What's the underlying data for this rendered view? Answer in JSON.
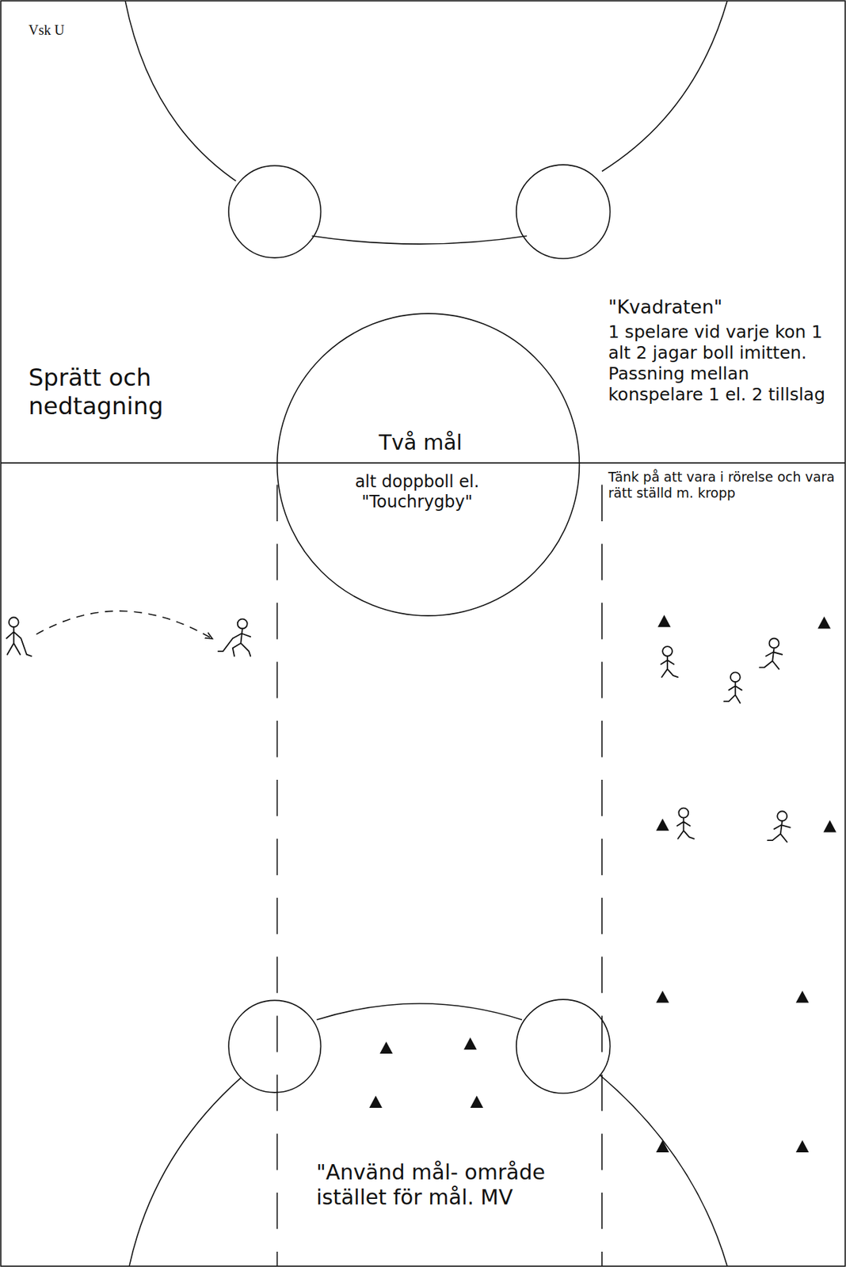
{
  "diagram": {
    "labels": [
      "Vsk U",
      "Sprätt och nedtagning",
      "\"Kvadraten\"",
      "1 spelare vid varje kon 1 alt 2 jagar boll imitten. Passning mellan konspelare 1 el. 2 tillslag",
      "Två mål",
      "alt doppboll el. \"Touchrygby\"",
      "Tänk på att vara i rörelse och vara rätt ställd m. kropp",
      "\"Använd mål- område istället för mål. MV"
    ]
  }
}
